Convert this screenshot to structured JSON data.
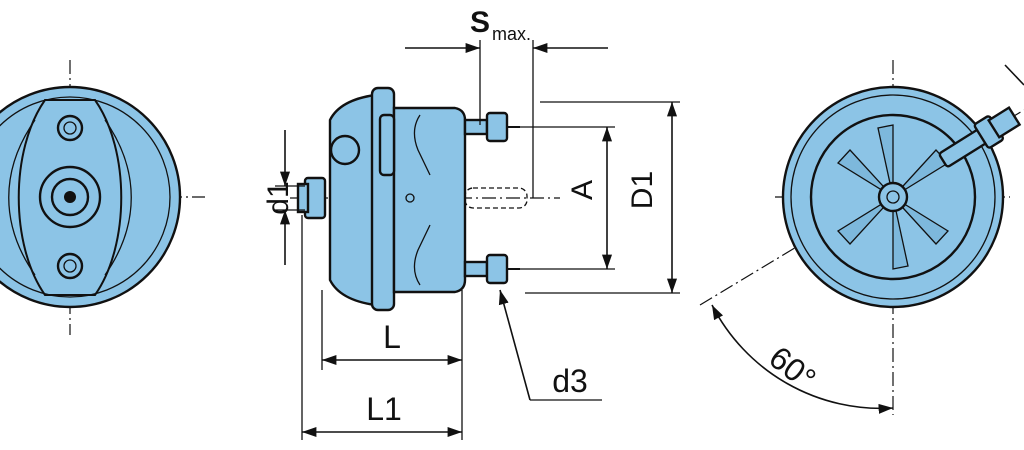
{
  "labels": {
    "stroke": "S",
    "stroke_sub": "max.",
    "d1": "d1",
    "A": "A",
    "D1": "D1",
    "L": "L",
    "L1": "L1",
    "d3": "d3",
    "angle": "60°"
  },
  "colors": {
    "body_fill": "#8cc4e6",
    "outline": "#111111",
    "background": "#ffffff"
  }
}
